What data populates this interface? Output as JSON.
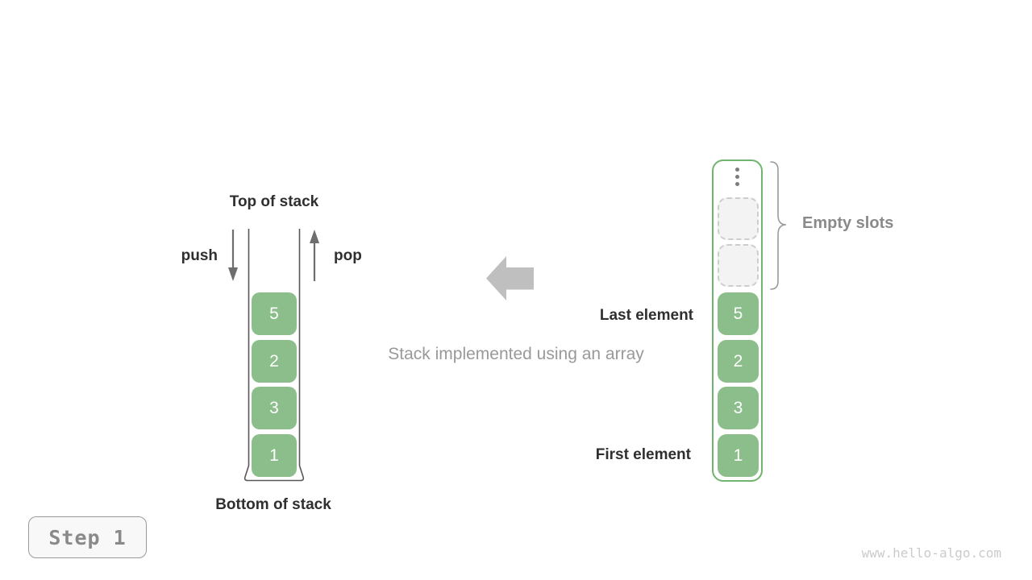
{
  "left_stack": {
    "top_label": "Top of stack",
    "push_label": "push",
    "pop_label": "pop",
    "bottom_label": "Bottom of stack",
    "items": [
      "5",
      "2",
      "3",
      "1"
    ]
  },
  "center": {
    "caption": "Stack implemented using an array"
  },
  "array_view": {
    "empty_slots_label": "Empty slots",
    "empty_slots_count": 2,
    "last_element_label": "Last element",
    "first_element_label": "First element",
    "items": [
      "5",
      "2",
      "3",
      "1"
    ]
  },
  "footer": {
    "step_label": "Step 1",
    "watermark": "www.hello-algo.com"
  },
  "colors": {
    "box_green": "#8CBE8C",
    "array_border_green": "#6FB56F",
    "empty_slot_bg": "#F3F3F3",
    "empty_slot_border": "#CDCDCD",
    "dark_label": "#2F2F2F",
    "gray_caption": "#999999",
    "gray_label": "#8A8A8A",
    "arrow_gray": "#6E6E6E",
    "block_arrow_gray": "#BFBFBF",
    "outline_gray": "#585858",
    "watermark_gray": "#CBCBCB"
  }
}
